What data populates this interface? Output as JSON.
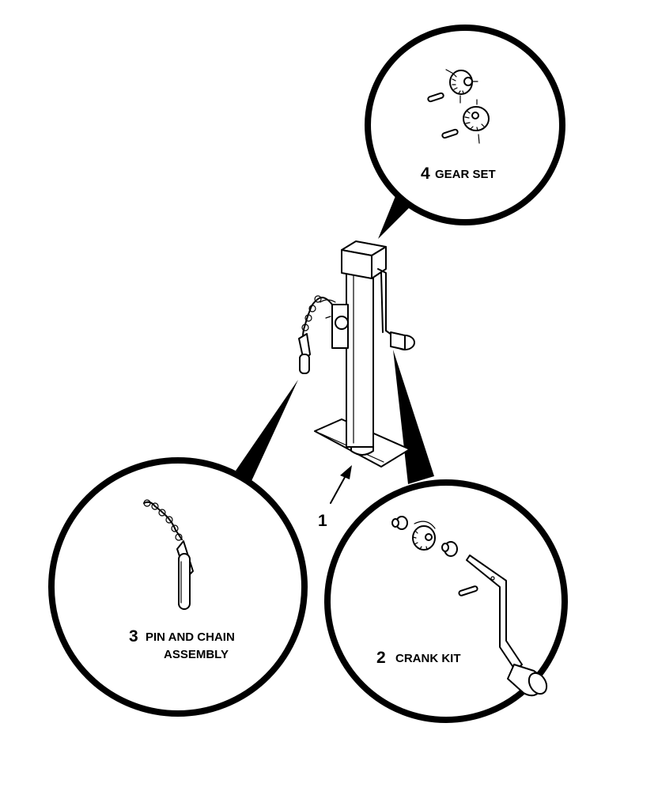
{
  "callouts": {
    "jack_number": "1",
    "crank_kit": {
      "number": "2",
      "label": "CRANK KIT"
    },
    "pin_chain": {
      "number": "3",
      "label_line1": "PIN AND CHAIN",
      "label_line2": "ASSEMBLY"
    },
    "gear_set": {
      "number": "4",
      "label": "GEAR SET"
    }
  },
  "colors": {
    "ink": "#000000",
    "background": "#ffffff"
  }
}
